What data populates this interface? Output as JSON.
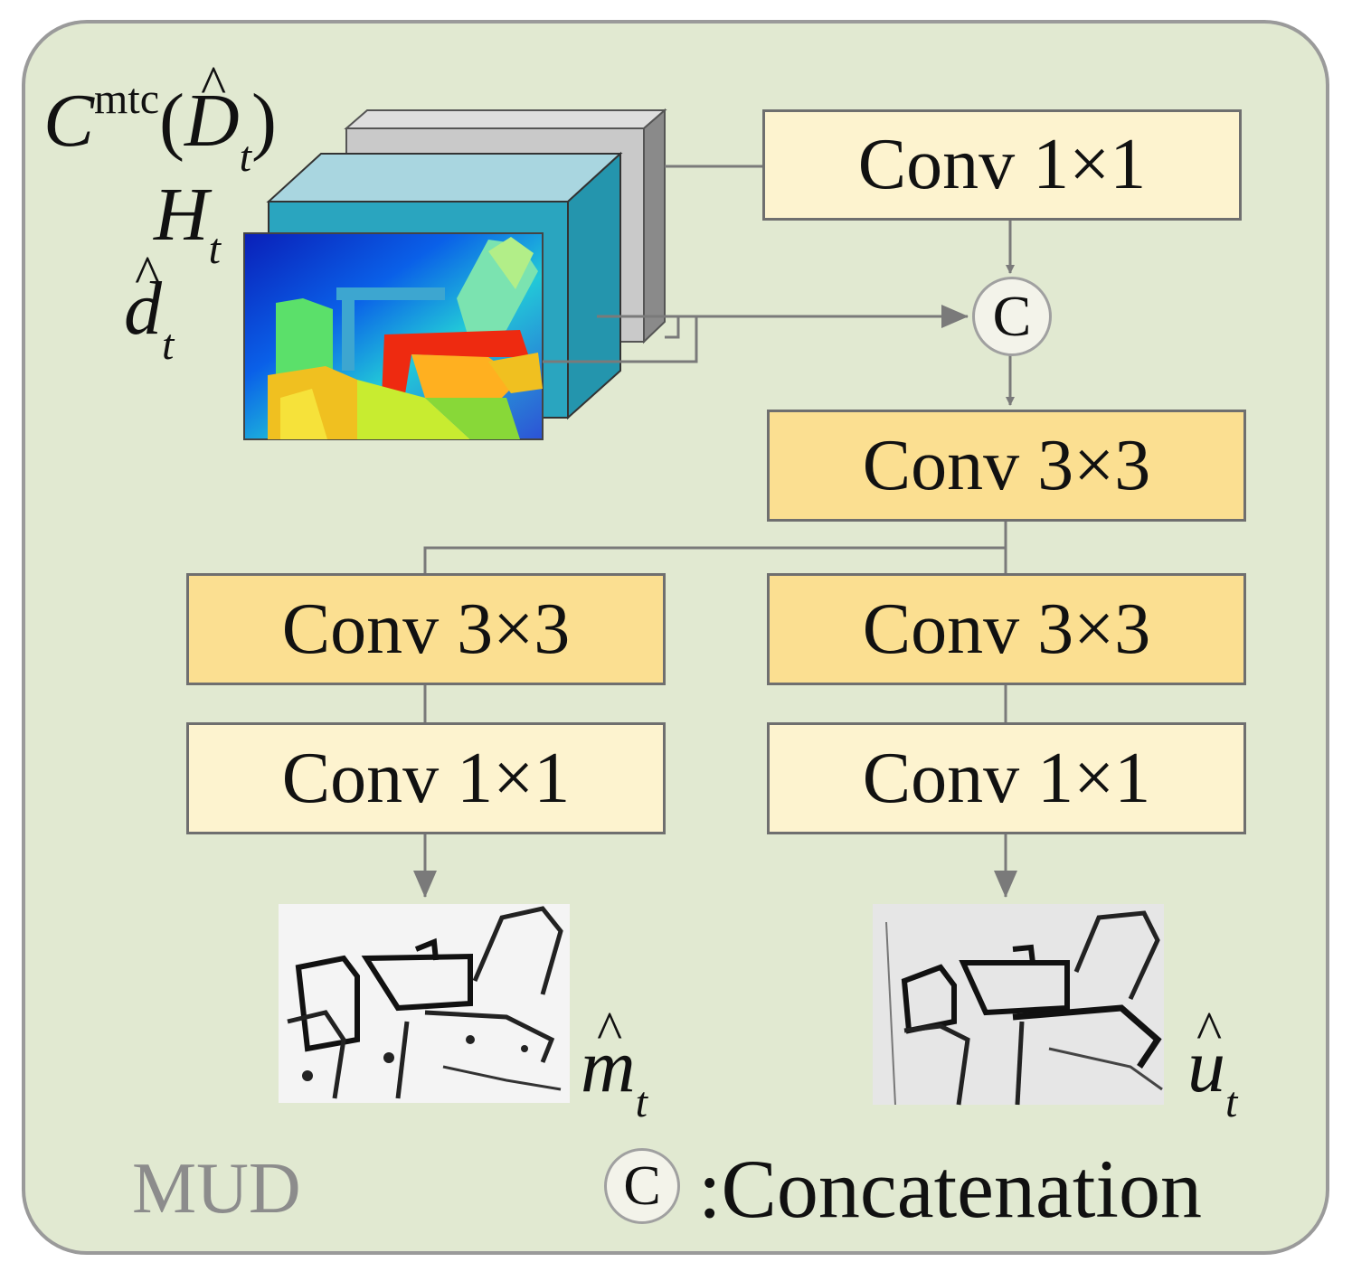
{
  "panel_label": "MUD",
  "blocks": {
    "top_conv": "Conv 1×1",
    "mid_conv": "Conv 3×3",
    "left_conv3": "Conv 3×3",
    "left_conv1": "Conv 1×1",
    "right_conv3": "Conv 3×3",
    "right_conv1": "Conv 1×1"
  },
  "concat_symbol": "C",
  "legend": {
    "symbol": "C",
    "text": ":Concatenation"
  },
  "inputs": {
    "cmtc": {
      "base": "C",
      "sup": "mtc",
      "open": "(",
      "inner": "D",
      "hat": "^",
      "sub": "t",
      "close": ")"
    },
    "h": {
      "base": "H",
      "sub": "t"
    },
    "d": {
      "base": "d",
      "hat": "^",
      "sub": "t"
    }
  },
  "outputs": {
    "m": {
      "base": "m",
      "hat": "^",
      "sub": "t"
    },
    "u": {
      "base": "u",
      "hat": "^",
      "sub": "t"
    }
  },
  "colors": {
    "panel_bg": "#e1e9d1",
    "panel_border": "#9a9a9a",
    "conv1_fill": "#fdf3cf",
    "conv3_fill": "#fbdf91",
    "wire": "#7a7a7a",
    "depth_cube": "#2aa5bf",
    "feature_cube": "#c8c8c8"
  }
}
